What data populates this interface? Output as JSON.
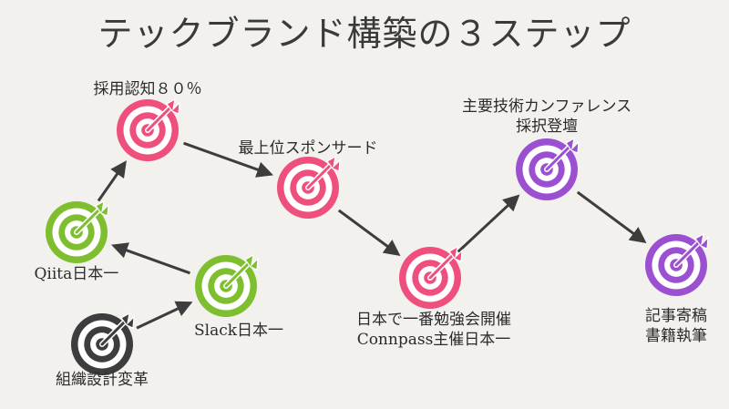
{
  "title": "テックブランド構築の３ステップ",
  "colors": {
    "step1": "#7fbf2f",
    "step2": "#ef4f7d",
    "step3": "#9b4fd1",
    "start": "#3d3d3d",
    "arrow": "#3d3d3d"
  },
  "nodes": [
    {
      "id": "org-design",
      "label": [
        "組織設計変革"
      ],
      "color": "start"
    },
    {
      "id": "slack",
      "label": [
        "Slack日本一"
      ],
      "color": "step1"
    },
    {
      "id": "qiita",
      "label": [
        "Qiita日本一"
      ],
      "color": "step1"
    },
    {
      "id": "recognition",
      "label": [
        "採用認知８０％"
      ],
      "color": "step2"
    },
    {
      "id": "sponsor",
      "label": [
        "最上位スポンサード"
      ],
      "color": "step2"
    },
    {
      "id": "study-group",
      "label": [
        "日本で一番勉強会開催",
        "Connpass主催日本一"
      ],
      "color": "step2"
    },
    {
      "id": "conference",
      "label": [
        "主要技術カンファレンス",
        "採択登壇"
      ],
      "color": "step3"
    },
    {
      "id": "writing",
      "label": [
        "記事寄稿",
        "書籍執筆"
      ],
      "color": "step3"
    }
  ],
  "edges": [
    [
      "org-design",
      "slack"
    ],
    [
      "slack",
      "qiita"
    ],
    [
      "qiita",
      "recognition"
    ],
    [
      "recognition",
      "sponsor"
    ],
    [
      "sponsor",
      "study-group"
    ],
    [
      "study-group",
      "conference"
    ],
    [
      "conference",
      "writing"
    ]
  ]
}
